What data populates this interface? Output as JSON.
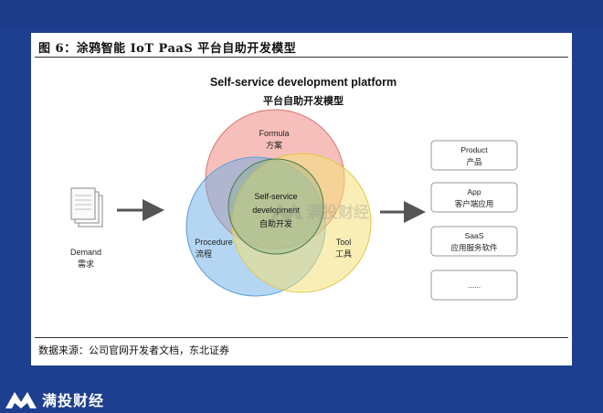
{
  "figure": {
    "title": "图 6：涂鸦智能 IoT PaaS 平台自助开发模型",
    "source": "数据来源：公司官网开发者文档，东北证券"
  },
  "diagram": {
    "title_en": "Self-service development platform",
    "title_cn": "平台自助开发模型",
    "demand": {
      "en": "Demand",
      "cn": "需求"
    },
    "circles": {
      "formula": {
        "en": "Formula",
        "cn": "方案",
        "color": "#f08a84"
      },
      "procedure": {
        "en": "Procedure",
        "cn": "流程",
        "color": "#6aaee6"
      },
      "tool": {
        "en": "Tool",
        "cn": "工具",
        "color": "#f4e27a"
      },
      "center": {
        "line1": "Self-service",
        "line2": "development",
        "line3": "自助开发"
      }
    },
    "outputs": [
      {
        "en": "Product",
        "cn": "产品"
      },
      {
        "en": "App",
        "cn": "客户端应用"
      },
      {
        "en": "SaaS",
        "cn": "应用服务软件"
      },
      {
        "en": "......",
        "cn": ""
      }
    ]
  },
  "watermark": "满投财经",
  "brand": {
    "name": "满投财经"
  }
}
